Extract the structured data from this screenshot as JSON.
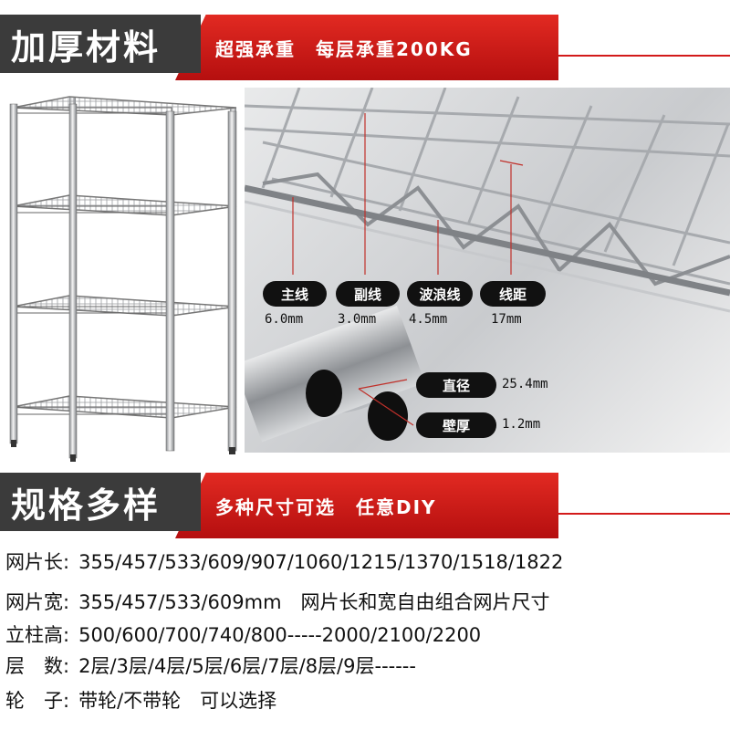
{
  "section1": {
    "title": "加厚材料",
    "subtitle": "超强承重　每层承重200KG"
  },
  "section2": {
    "title": "规格多样",
    "subtitle": "多种尺寸可选　任意DIY"
  },
  "wire_specs": [
    {
      "label": "主线",
      "value": "6.0mm"
    },
    {
      "label": "副线",
      "value": "3.0mm"
    },
    {
      "label": "波浪线",
      "value": "4.5mm"
    },
    {
      "label": "线距",
      "value": "17mm"
    }
  ],
  "tube_specs": [
    {
      "label": "直径",
      "value": "25.4mm"
    },
    {
      "label": "壁厚",
      "value": "1.2mm"
    }
  ],
  "spec_list": [
    {
      "label": "网片长:",
      "value": "355/457/533/609/907/1060/1215/1370/1518/1822"
    },
    {
      "label": "网片宽:",
      "value": "355/457/533/609mm　网片长和宽自由组合网片尺寸"
    },
    {
      "label": "立柱高:",
      "value": "500/600/700/740/800-----2000/2100/2200"
    },
    {
      "label": "层　数:",
      "value": "2层/3层/4层/5层/6层/7层/8层/9层------"
    },
    {
      "label": "轮　子:",
      "value": "带轮/不带轮　可以选择"
    }
  ],
  "colors": {
    "banner_dark": "#3b3b3b",
    "banner_red": "#d31a1a",
    "pill": "#111111"
  }
}
